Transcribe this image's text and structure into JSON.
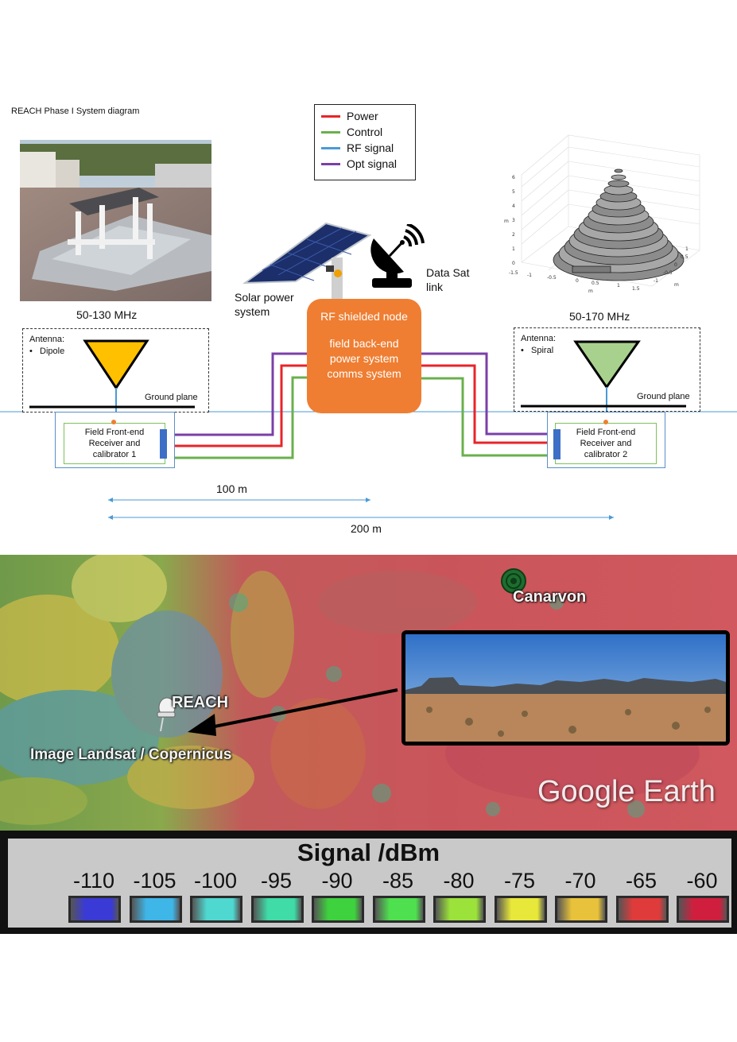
{
  "diagram": {
    "title": "REACH Phase I System diagram",
    "legend": [
      {
        "label": "Power",
        "color": "#e8242a"
      },
      {
        "label": "Control",
        "color": "#6ab04c"
      },
      {
        "label": "RF signal",
        "color": "#4a9ad6"
      },
      {
        "label": "Opt signal",
        "color": "#7b3fa8"
      }
    ],
    "left_freq": "50-130 MHz",
    "right_freq": "50-170 MHz",
    "solar": "Solar power system",
    "sat": "Data Sat link",
    "node_title": "RF shielded node",
    "node_lines": [
      "field back-end",
      "power system",
      "comms system"
    ],
    "left_antenna": {
      "heading": "Antenna:",
      "type": "Dipole",
      "color": "#ffc000"
    },
    "right_antenna": {
      "heading": "Antenna:",
      "type": "Spiral",
      "color": "#a9d18e"
    },
    "ground_plane": "Ground plane",
    "left_fe": [
      "Field Front-end",
      "Receiver and",
      "calibrator 1"
    ],
    "right_fe": [
      "Field Front-end",
      "Receiver and",
      "calibrator 2"
    ],
    "dist_100": "100 m",
    "dist_200": "200 m",
    "plot3d": {
      "z_ticks": [
        "6",
        "5",
        "4",
        "3",
        "2",
        "1",
        "0"
      ],
      "z_label": "m",
      "x_ticks": [
        "-1.5",
        "-1",
        "-0.5",
        "0",
        "0.5",
        "1",
        "1.5"
      ],
      "x_label": "m",
      "y_ticks": [
        "1",
        "0.5",
        "0",
        "-0.5",
        "-1"
      ],
      "y_label": "m"
    }
  },
  "map": {
    "town": "Canarvon",
    "site": "REACH",
    "credit": "Image Landsat / Copernicus",
    "watermark": "Google Earth",
    "signal_title": "Signal /dBm",
    "signal_levels": [
      {
        "label": "-110",
        "color": "#3a3ad6"
      },
      {
        "label": "-105",
        "color": "#3fb6e8"
      },
      {
        "label": "-100",
        "color": "#4fd8d0"
      },
      {
        "label": "-95",
        "color": "#3fdca8"
      },
      {
        "label": "-90",
        "color": "#3ed23e"
      },
      {
        "label": "-85",
        "color": "#4fe04f"
      },
      {
        "label": "-80",
        "color": "#9be23a"
      },
      {
        "label": "-75",
        "color": "#e8e83a"
      },
      {
        "label": "-70",
        "color": "#e8c23a"
      },
      {
        "label": "-65",
        "color": "#e03b3b"
      },
      {
        "label": "-60",
        "color": "#d01f3e"
      }
    ]
  }
}
